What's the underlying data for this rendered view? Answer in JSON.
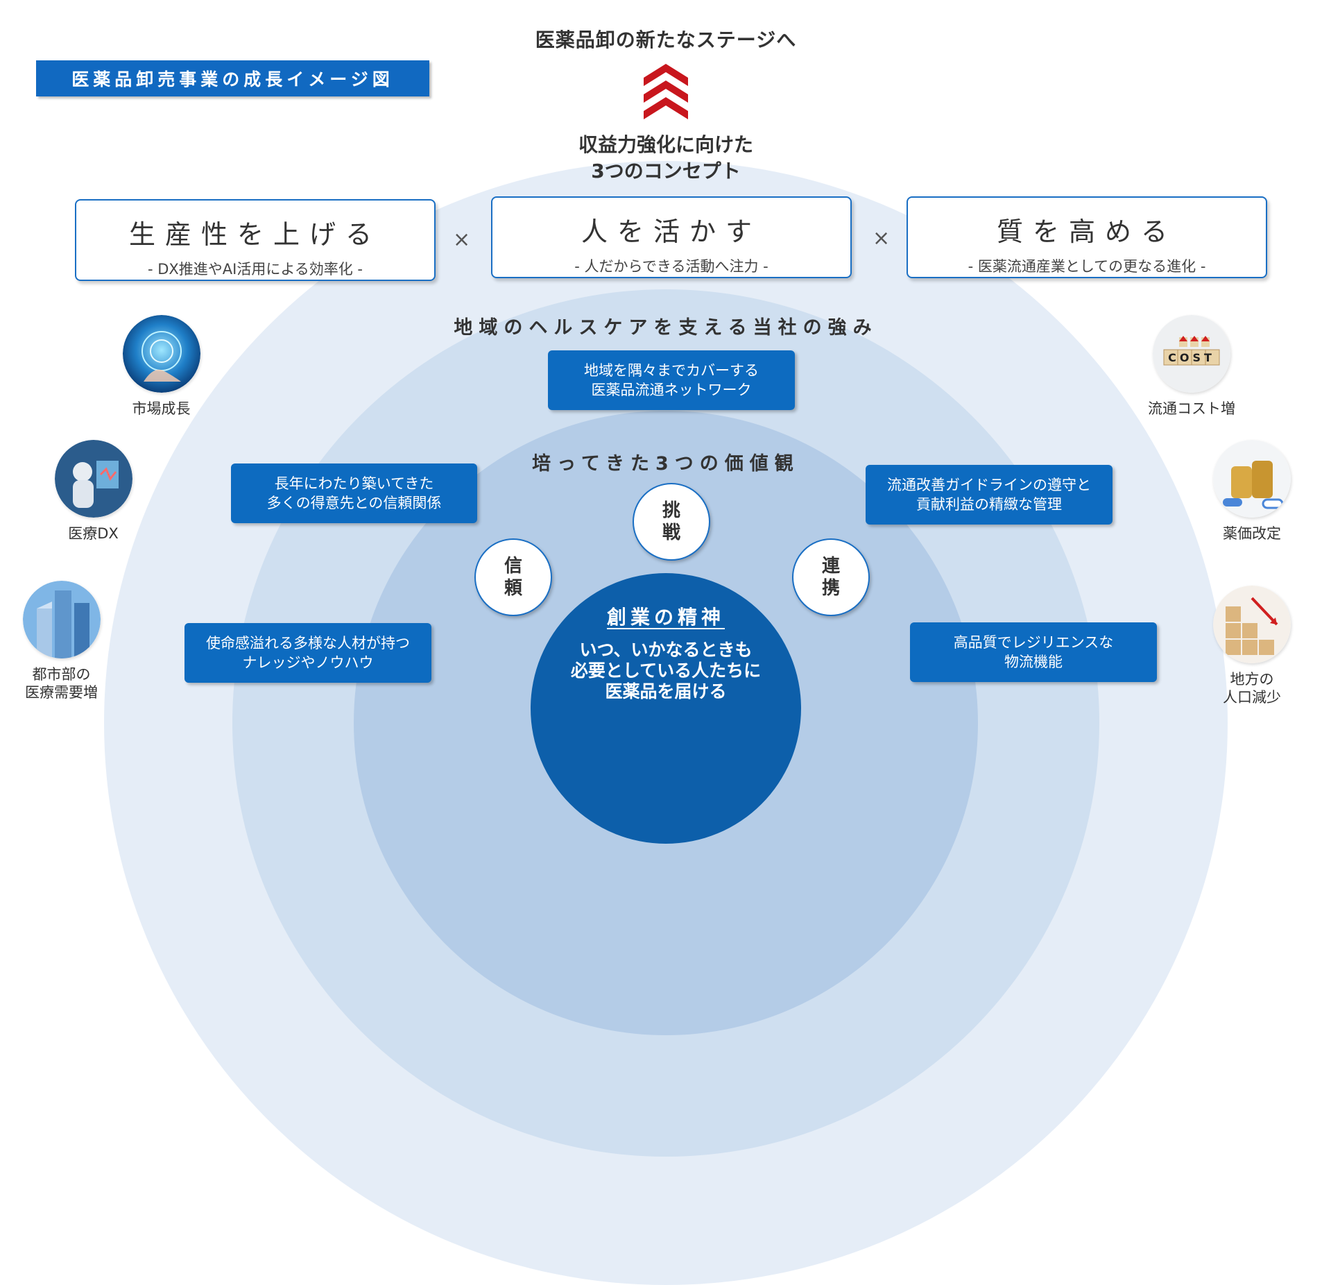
{
  "header": {
    "tag": "医薬品卸売事業の成長イメージ図",
    "top_title": "医薬品卸の新たなステージへ",
    "concept_title_line1": "収益力強化に向けた",
    "concept_title_line2": "3つのコンセプト"
  },
  "concepts": [
    {
      "main": "生産性を上げる",
      "sub": "- DX推進やAI活用による効率化 -"
    },
    {
      "main": "人を活かす",
      "sub": "- 人だからできる活動へ注力 -"
    },
    {
      "main": "質を高める",
      "sub": "- 医薬流通産業としての更なる進化 -"
    }
  ],
  "times_symbol": "×",
  "strengths": {
    "heading": "地域のヘルスケアを支える当社の強み",
    "network_line1": "地域を隅々までカバーする",
    "network_line2": "医薬品流通ネットワーク"
  },
  "values": {
    "heading": "培ってきた3つの価値観",
    "trust_box_line1": "長年にわたり築いてきた",
    "trust_box_line2": "多くの得意先との信頼関係",
    "guideline_box_line1": "流通改善ガイドラインの遵守と",
    "guideline_box_line2": "貢献利益の精緻な管理",
    "people_box_line1": "使命感溢れる多様な人材が持つ",
    "people_box_line2": "ナレッジやノウハウ",
    "logistics_box_line1": "高品質でレジリエンスな",
    "logistics_box_line2": "物流機能",
    "challenge": [
      "挑",
      "戦"
    ],
    "trust": [
      "信",
      "頼"
    ],
    "cooperation": [
      "連",
      "携"
    ]
  },
  "spirit": {
    "title": "創業の精神",
    "line1": "いつ、いかなるときも",
    "line2": "必要としている人たちに",
    "line3": "医薬品を届ける"
  },
  "factors_left": [
    {
      "label": "市場成長",
      "icon": "tech-hand-icon"
    },
    {
      "label": "医療DX",
      "icon": "medical-dx-icon"
    },
    {
      "label_line1": "都市部の",
      "label_line2": "医療需要増",
      "icon": "city-buildings-icon"
    }
  ],
  "factors_right": [
    {
      "label": "流通コスト増",
      "icon": "cost-blocks-icon",
      "cost_text": "COST"
    },
    {
      "label": "薬価改定",
      "icon": "coins-pills-icon"
    },
    {
      "label_line1": "地方の",
      "label_line2": "人口減少",
      "icon": "population-decline-icon"
    }
  ],
  "colors": {
    "primary_blue": "#1169c1",
    "dark_blue": "#0d5faa",
    "chevron_red": "#c8161d",
    "arc_outer": "#e5edf7",
    "arc_mid": "#cfdff0",
    "arc_inner": "#b4cce7"
  }
}
